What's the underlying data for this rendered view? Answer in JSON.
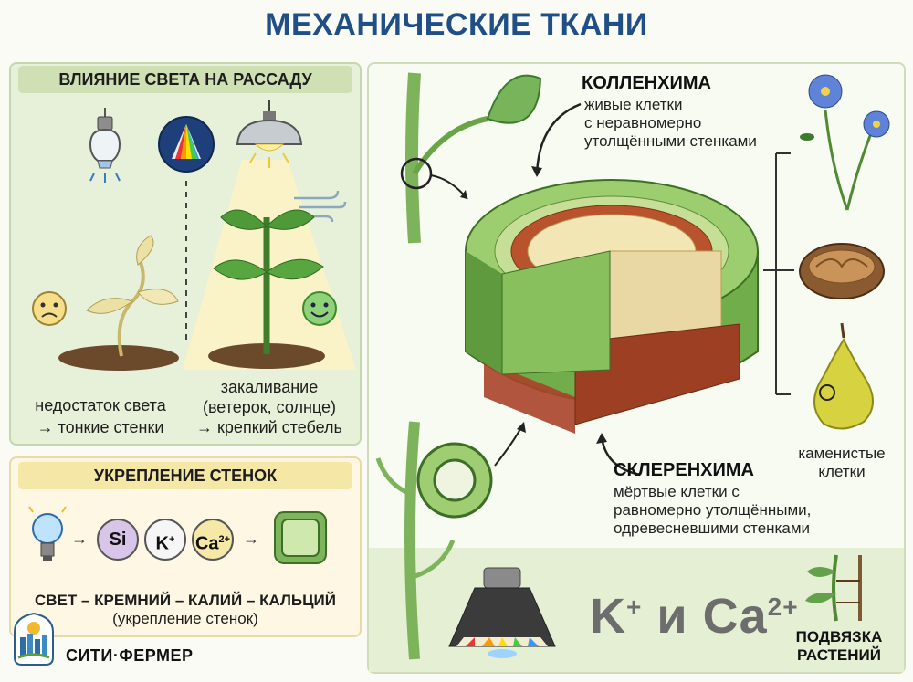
{
  "title": "МЕХАНИЧЕСКИЕ ТКАНИ",
  "left_top": {
    "header": "ВЛИЯНИЕ СВЕТА НА РАССАДУ",
    "weak": {
      "line1": "недостаток света",
      "line2": "→ тонкие стенки",
      "emoji": "sad-face"
    },
    "strong": {
      "line1": "закаливание",
      "line2": "(ветерок, солнце)",
      "line3": "→ крепкий стебель",
      "emoji": "happy-face"
    }
  },
  "left_bottom": {
    "header": "УКРЕПЛЕНИЕ СТЕНОК",
    "ions": {
      "si": "Si",
      "k": "K",
      "k_charge": "+",
      "ca": "Ca",
      "ca_charge": "2+"
    },
    "line1": "СВЕТ – КРЕМНИЙ – КАЛИЙ – КАЛЬЦИЙ",
    "line2": "(укрепление стенок)"
  },
  "brand": {
    "name": "СИТИ·ФЕРМЕР"
  },
  "right": {
    "collenchyma": {
      "title": "КОЛЛЕНХИМА",
      "line1": "живые клетки",
      "line2": "с неравномерно",
      "line3": "утолщёнными стенками"
    },
    "sclerenchyma": {
      "title": "СКЛЕРЕНХИМА",
      "line1": "мёртвые клетки с",
      "line2": "равномерно утолщёнными,",
      "line3": "одревесневшими стенками"
    },
    "stone_cells": {
      "line1": "каменистые",
      "line2": "клетки"
    },
    "bottom": {
      "ions_k": "K",
      "ions_k_charge": "+",
      "ions_and": "и",
      "ions_ca": "Ca",
      "ions_ca_charge": "2+",
      "tie_line1": "ПОДВЯЗКА",
      "tie_line2": "РАСТЕНИЙ"
    }
  },
  "colors": {
    "title": "#1f4f86",
    "panel": "#e7f0d8",
    "header": "#cfe0b4",
    "green": "#5d9a3c",
    "brown": "#9a4a2b"
  }
}
